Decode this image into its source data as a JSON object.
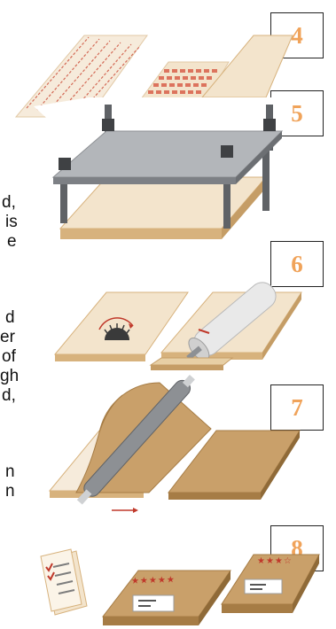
{
  "colors": {
    "step_number": "#f0a35a",
    "wood_top": "#f3e4cc",
    "wood_side": "#d7b27d",
    "kraft": "#c9a06a",
    "steel": "#a9acb0",
    "red_accent": "#c0392b"
  },
  "left_text_fragments": [
    {
      "text": "d,"
    },
    {
      "text": "is"
    },
    {
      "text": "e"
    },
    {
      "text": "d"
    },
    {
      "text": "er"
    },
    {
      "text": "of"
    },
    {
      "text": "gh"
    },
    {
      "text": "d,"
    },
    {
      "text": "n"
    },
    {
      "text": "n"
    }
  ],
  "steps": [
    {
      "number": "4",
      "icon": "veneer-layers-icon"
    },
    {
      "number": "5",
      "icon": "hot-press-icon"
    },
    {
      "number": "6",
      "icon": "saw-cutting-icon"
    },
    {
      "number": "7",
      "icon": "sanding-roller-icon"
    },
    {
      "number": "8",
      "icon": "grading-inspection-icon"
    }
  ],
  "grades": {
    "left_stars": "★★★★★",
    "right_stars": "★★★☆"
  }
}
